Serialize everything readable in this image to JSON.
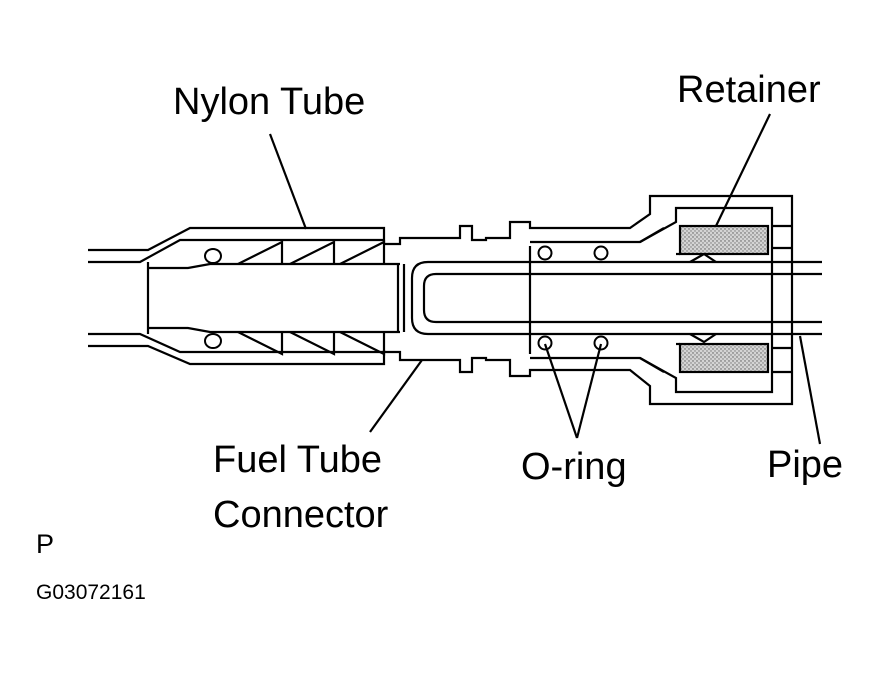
{
  "labels": {
    "nylon_tube": "Nylon Tube",
    "retainer": "Retainer",
    "fuel_tube_line1": "Fuel Tube",
    "fuel_tube_line2": "Connector",
    "o_ring": "O-ring",
    "pipe": "Pipe"
  },
  "view_marker": "P",
  "figure_code": "G03072161",
  "colors": {
    "ink": "#000000",
    "retainer_fill": "#c8c8c8",
    "background": "#ffffff"
  }
}
